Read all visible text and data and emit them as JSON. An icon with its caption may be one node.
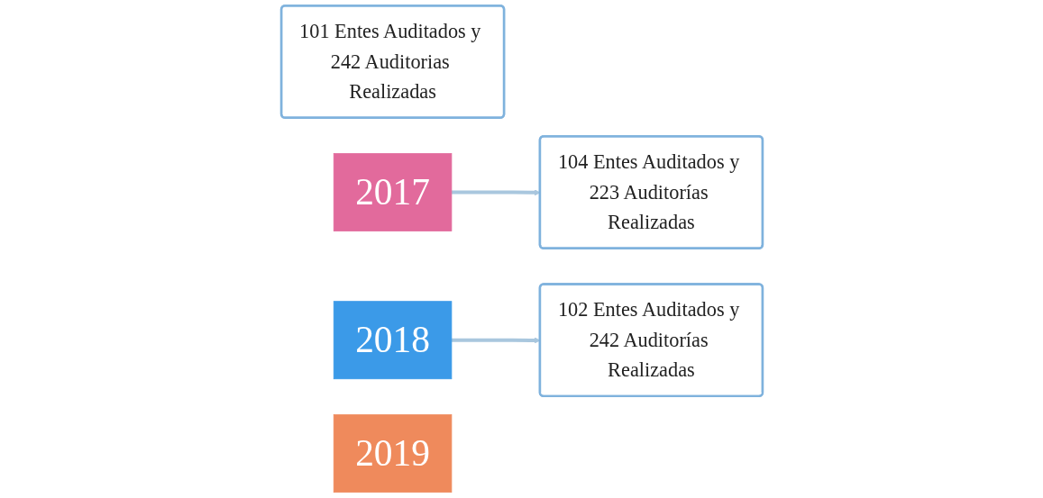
{
  "diagram": {
    "nodes": [
      {
        "text": [
          "101 Entes Auditados y 242 Auditorias Realizadas"
        ]
      },
      {
        "text": [
          "2017"
        ]
      },
      {
        "text": [
          "2018"
        ]
      },
      {
        "text": [
          "104 Entes Auditados y 223 Auditorías Realizadas"
        ]
      },
      {
        "text": [
          "102 Entes Auditados y 242 Auditorías Realizadas"
        ]
      },
      {
        "text": [
          "2019"
        ]
      }
    ],
    "edges": [
      {
        "from": 1,
        "to": 3,
        "arrow": "to"
      },
      {
        "from": 2,
        "to": 4,
        "arrow": "to"
      }
    ]
  }
}
